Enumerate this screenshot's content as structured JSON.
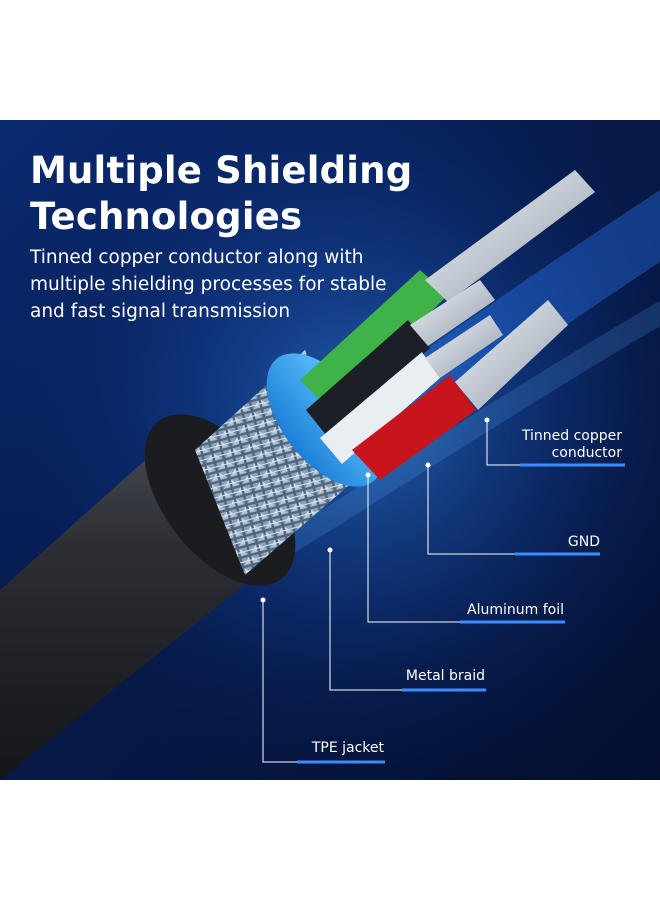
{
  "headline": [
    "Multiple Shielding",
    "Technologies"
  ],
  "description": [
    "Tinned copper conductor along with",
    "multiple shielding processes for stable",
    "and fast signal transmission"
  ],
  "callouts": {
    "conductor": [
      "Tinned copper",
      "conductor"
    ],
    "gnd": "GND",
    "foil": "Aluminum foil",
    "braid": "Metal braid",
    "jacket": "TPE jacket"
  },
  "colors": {
    "background": "#061a4a",
    "accent_line": "#3d8cff",
    "jacket": "#27282c",
    "braid": "#b9c6d4",
    "foil": "#2aa0f2",
    "wire_green": "#3fb24a",
    "wire_red": "#c8141c",
    "wire_white": "#e9eef3",
    "wire_black": "#1c1f26",
    "copper": "#d8dfe6"
  }
}
